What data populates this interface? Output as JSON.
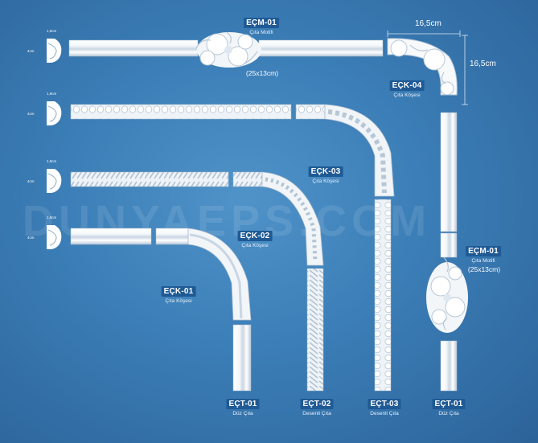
{
  "watermark": "DUNYAEPS.COM",
  "profiles": [
    {
      "width": "1,9cm",
      "height": "4cm"
    },
    {
      "width": "1,9cm",
      "height": "4cm"
    },
    {
      "width": "1,9cm",
      "height": "4cm"
    },
    {
      "width": "1,9cm",
      "height": "4cm"
    }
  ],
  "labels": {
    "ecm01_top": {
      "code": "EÇM-01",
      "sub": "Çıta Motifi",
      "size": "(25x13cm)"
    },
    "eck04": {
      "code": "EÇK-04",
      "sub": "Çıta Köşesi"
    },
    "eck03": {
      "code": "EÇK-03",
      "sub": "Çıta Köşesi"
    },
    "eck02": {
      "code": "EÇK-02",
      "sub": "Çıta Köşesi"
    },
    "eck01": {
      "code": "EÇK-01",
      "sub": "Çıta Köşesi"
    },
    "ecm01_right": {
      "code": "EÇM-01",
      "sub": "Çıta Motifi",
      "size": "(25x13cm)"
    },
    "ect01_a": {
      "code": "EÇT-01",
      "sub": "Düz Çıta"
    },
    "ect02": {
      "code": "EÇT-02",
      "sub": "Desenli Çıta"
    },
    "ect03": {
      "code": "EÇT-03",
      "sub": "Desenli Çıta"
    },
    "ect01_b": {
      "code": "EÇT-01",
      "sub": "Düz Çıta"
    }
  },
  "dimensions": {
    "width": "16,5cm",
    "height": "16,5cm"
  },
  "colors": {
    "accent_label": "#1f5a95",
    "molding": "#ffffff"
  }
}
